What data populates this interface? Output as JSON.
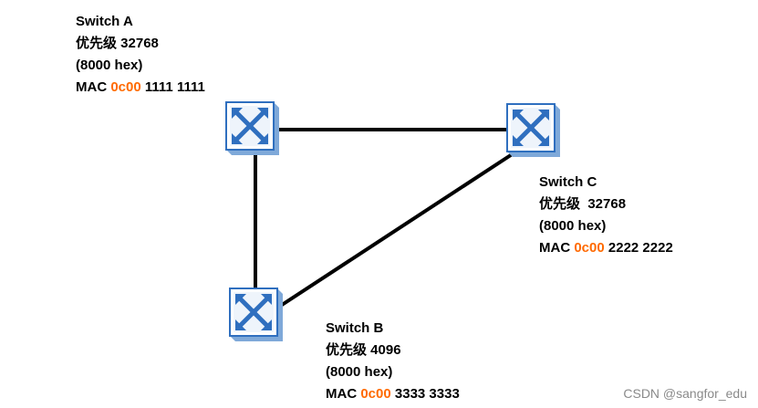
{
  "switches": {
    "a": {
      "name": "Switch A",
      "priority": "优先级 32768",
      "hex": "(8000 hex)",
      "mac_prefix": "MAC",
      "mac_oui": "0c00",
      "mac_rest": "1111 1111"
    },
    "b": {
      "name": "Switch B",
      "priority": "优先级 4096",
      "hex": "(8000 hex)",
      "mac_prefix": "MAC",
      "mac_oui": "0c00",
      "mac_rest": "3333 3333"
    },
    "c": {
      "name": "Switch C",
      "priority": "优先级  32768",
      "hex": "(8000 hex)",
      "mac_prefix": "MAC",
      "mac_oui": "0c00",
      "mac_rest": "2222 2222"
    }
  },
  "icon": "network-switch-icon",
  "colors": {
    "mac_oui": "#ff6a00",
    "icon_face": "#2f6fbf",
    "icon_arrow": "#ffffff",
    "link": "#000000"
  },
  "watermark": "CSDN @sangfor_edu"
}
